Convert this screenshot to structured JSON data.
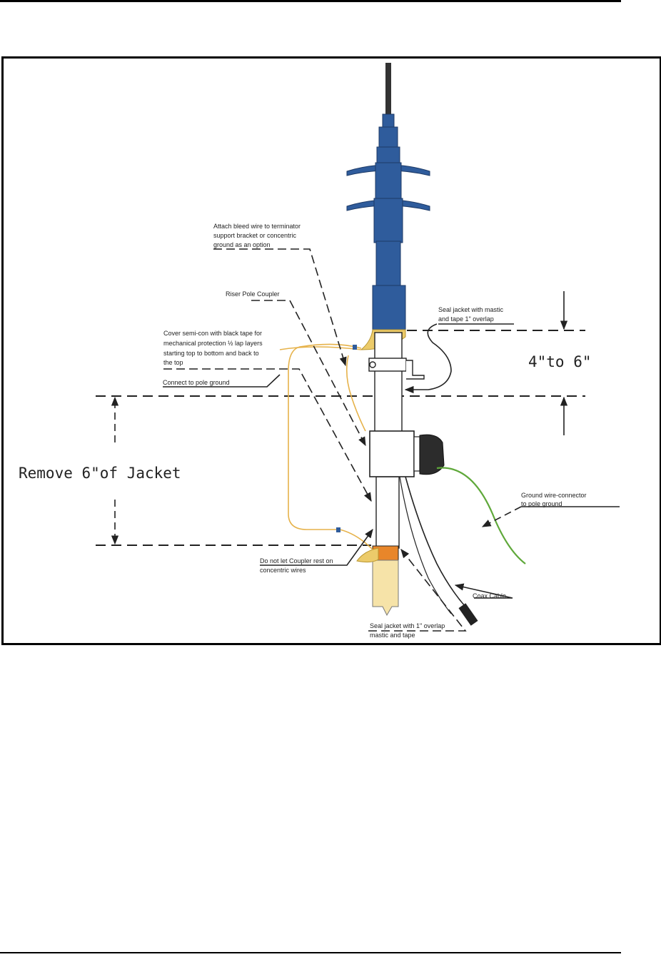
{
  "diagram": {
    "labels": {
      "bleed_wire": [
        "Attach bleed wire to terminator",
        "support bracket or concentric",
        "ground as an option"
      ],
      "riser_pole_coupler": "Riser Pole Coupler",
      "cover_semicon": [
        "Cover semi-con with black tape for",
        "mechanical protection ½ lap layers",
        "starting top to bottom and back to",
        "the top"
      ],
      "connect_pole_ground": "Connect to pole ground",
      "seal_jacket_top": [
        "Seal jacket with mastic",
        "and tape 1\" overlap"
      ],
      "dim_4_to_6": "4\"to 6\"",
      "remove_jacket": "Remove 6\"of Jacket",
      "ground_wire": [
        "Ground wire-connector",
        "to pole ground"
      ],
      "do_not_let": [
        "Do not let Coupler rest on",
        "concentric wires"
      ],
      "coax_cable": "Coax Cable",
      "seal_jacket_bottom": [
        "Seal jacket with 1\" overlap",
        "mastic and tape"
      ]
    },
    "colors": {
      "terminator_blue": "#2f5c9c",
      "semicon_yellow": "#eccb6a",
      "wire_yellow": "#e6b24a",
      "tape_orange": "#e8862a",
      "ground_green": "#5fa83a",
      "coupler_dark": "#2c2c2c"
    }
  }
}
